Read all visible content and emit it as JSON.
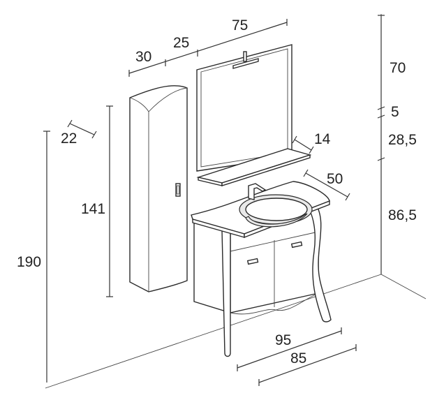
{
  "diagram": {
    "subject": "bathroom vanity with mirror, shelf and tall column cabinet",
    "dimensions": {
      "top_width_75": "75",
      "top_offset_25": "25",
      "top_offset_30": "30",
      "column_depth": "22",
      "column_height": "141",
      "total_height": "190",
      "mirror_height": "70",
      "gap_5": "5",
      "gap_28_5": "28,5",
      "vanity_height": "86,5",
      "shelf_depth": "14",
      "vanity_depth": "50",
      "vanity_width_95": "95",
      "vanity_width_85": "85"
    }
  }
}
